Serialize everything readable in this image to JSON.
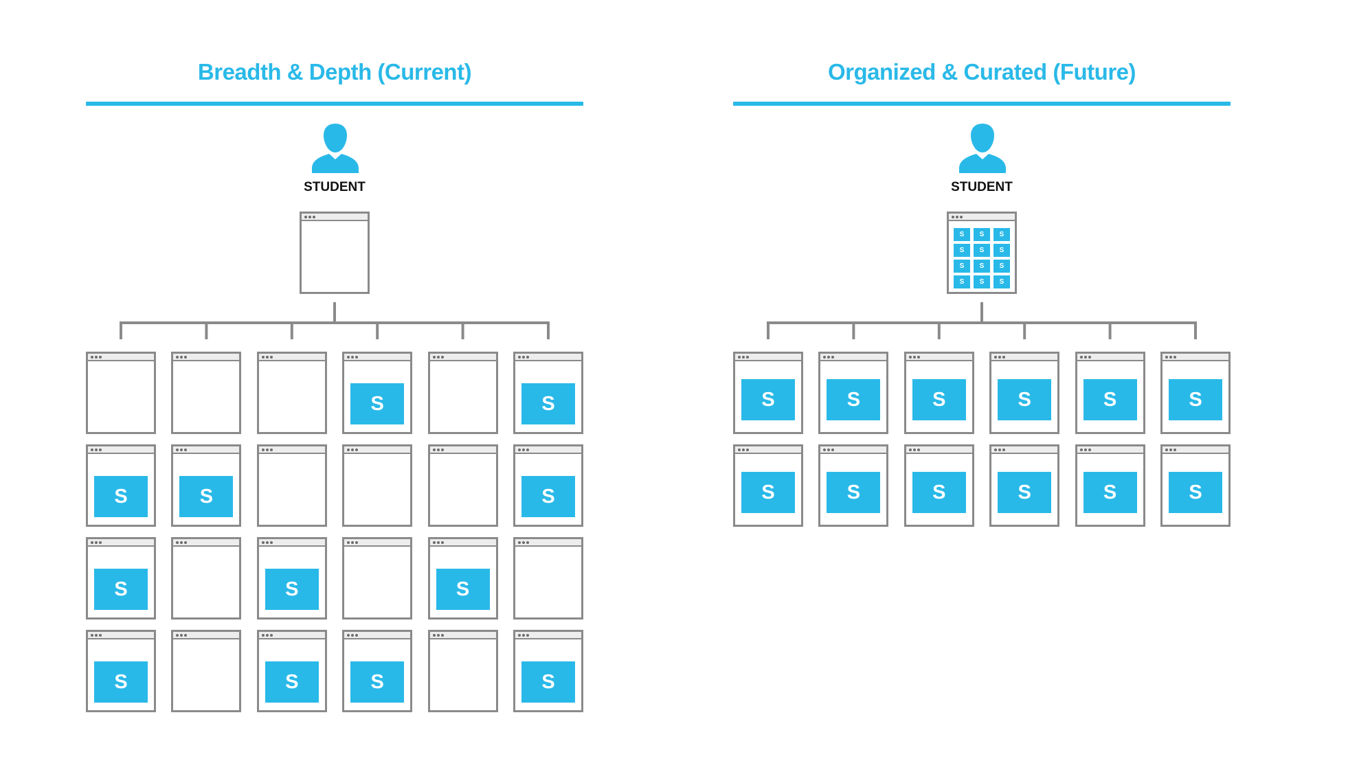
{
  "colors": {
    "accent": "#29b9e8",
    "frame": "#8a8a8a",
    "frame_bar": "#ededed",
    "label": "#111111"
  },
  "icons": [
    "student-user-icon",
    "browser-window-icon"
  ],
  "current": {
    "title": "Breadth & Depth (Current)",
    "student_label": "STUDENT",
    "main_window_contents": "empty",
    "tile_label": "S",
    "grid_rows": 4,
    "grid_cols": 6,
    "grid": [
      [
        0,
        0,
        0,
        1,
        0,
        1
      ],
      [
        1,
        1,
        0,
        0,
        0,
        1
      ],
      [
        1,
        0,
        1,
        0,
        1,
        0
      ],
      [
        1,
        0,
        1,
        1,
        0,
        1
      ]
    ]
  },
  "future": {
    "title": "Organized & Curated (Future)",
    "student_label": "STUDENT",
    "main_window_contents": "mini-grid",
    "main_mini_tile_label": "S",
    "main_mini_rows": 4,
    "main_mini_cols": 3,
    "tile_label": "S",
    "grid_rows": 2,
    "grid_cols": 6,
    "grid": [
      [
        1,
        1,
        1,
        1,
        1,
        1
      ],
      [
        1,
        1,
        1,
        1,
        1,
        1
      ]
    ]
  }
}
